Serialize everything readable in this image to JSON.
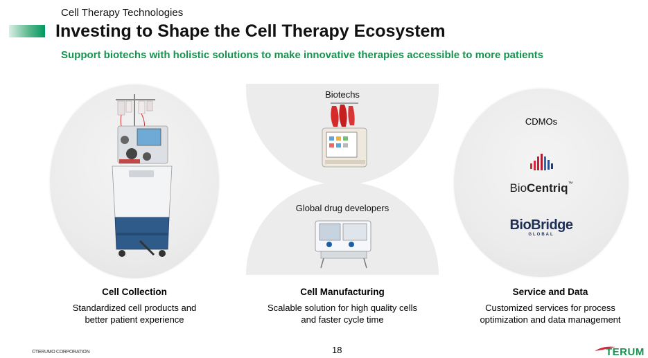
{
  "header": {
    "kicker": "Cell Therapy Technologies",
    "title": "Investing to Shape the Cell Therapy Ecosystem",
    "subtitle": "Support biotechs with holistic solutions to make innovative therapies accessible to more patients"
  },
  "middle": {
    "top_label": "Biotechs",
    "bottom_label": "Global drug developers"
  },
  "right_circle": {
    "label": "CDMOs",
    "logo1": {
      "prefix": "Bio",
      "bold": "Centriq",
      "tm": "™"
    },
    "logo2": {
      "main": "BioBridge",
      "sub": "GLOBAL"
    }
  },
  "columns": [
    {
      "title": "Cell Collection",
      "desc_line1": "Standardized cell products and",
      "desc_line2": "better patient experience"
    },
    {
      "title": "Cell Manufacturing",
      "desc_line1": "Scalable solution for high quality cells",
      "desc_line2": "and faster cycle time"
    },
    {
      "title": "Service and Data",
      "desc_line1": "Customized services for process",
      "desc_line2": "optimization and data management"
    }
  ],
  "footer": {
    "copyright": "©TERUMO CORPORATION",
    "page_number": "18",
    "brand": "TERUM"
  },
  "colors": {
    "accent_green": "#16934f",
    "circle_gray": "#ececec",
    "centriq_red": "#d6243a"
  }
}
